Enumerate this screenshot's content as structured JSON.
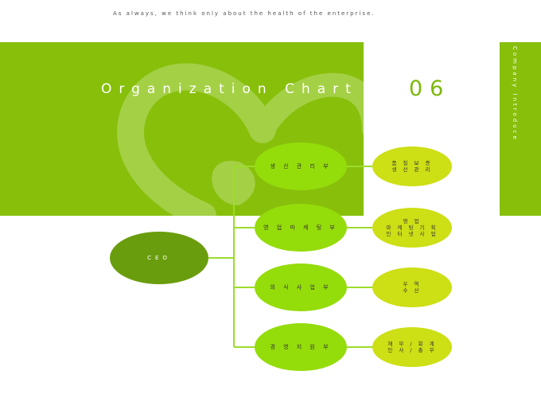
{
  "header": {
    "tagline": "As always, we think only about the health of the enterprise."
  },
  "slide": {
    "title": "Organization Chart",
    "page_number": "06",
    "side_label": "Company Introduce"
  },
  "org": {
    "ceo": "CEO",
    "departments": [
      {
        "name": "생 산 관 리 부",
        "sub": "품 질 보 증\n생 산 관 리"
      },
      {
        "name": "영 업 마 케 팅 부",
        "sub": "영 업\n마 케 팅 기 획\n인 터 넷 사 업"
      },
      {
        "name": "외 식 사 업 부",
        "sub": "우    역\n수    산"
      },
      {
        "name": "경 영 지 원 부",
        "sub": "재 무 / 회 계\n인 사 / 총 무"
      }
    ]
  },
  "colors": {
    "brand_green": "#87bf0b",
    "ceo": "#6a9d0d",
    "dept": "#95dc0b",
    "sub": "#cddf15",
    "connector": "#9ddc2a"
  }
}
